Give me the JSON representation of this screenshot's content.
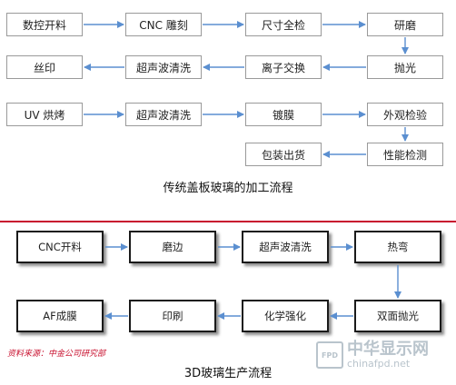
{
  "traditional": {
    "caption": "传统盖板玻璃的加工流程",
    "steps": [
      "数控开料",
      "CNC 雕刻",
      "尺寸全检",
      "研磨",
      "抛光",
      "离子交换",
      "超声波清洗",
      "丝印",
      "UV 烘烤",
      "超声波清洗",
      "镀膜",
      "外观检验",
      "性能检测",
      "包装出货"
    ]
  },
  "three_d": {
    "caption": "3D玻璃生产流程",
    "steps": [
      "CNC开料",
      "磨边",
      "超声波清洗",
      "热弯",
      "双面抛光",
      "化学强化",
      "印刷",
      "AF成膜"
    ]
  },
  "source_note": "资料来源：中金公司研究部",
  "watermark": {
    "badge": "FPD",
    "title": "中华显示网",
    "url": "chinafpd.net"
  },
  "colors": {
    "rule": "#c8102e",
    "source": "#c8102e",
    "arrow": "#5b8fd0"
  }
}
